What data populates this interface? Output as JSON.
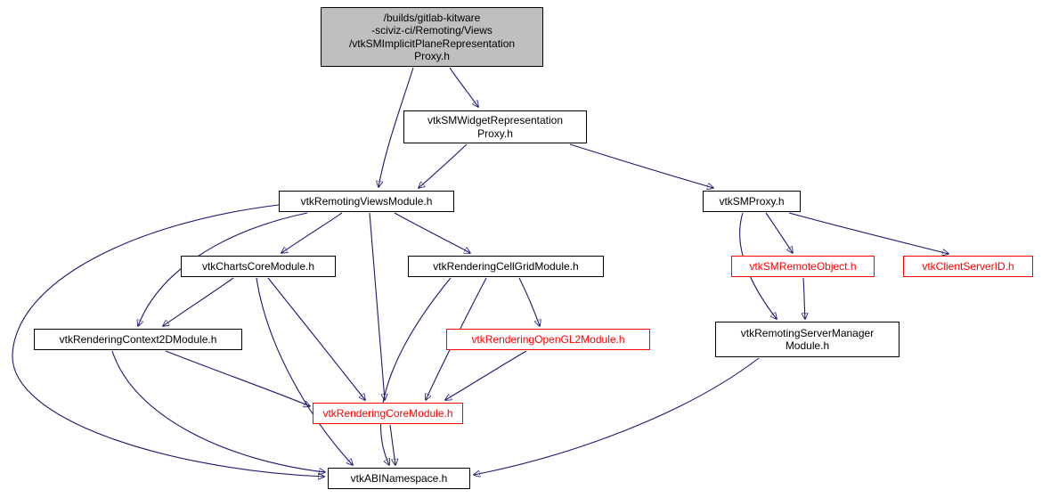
{
  "diagram": {
    "type": "include-dependency-graph",
    "colors": {
      "edge": "#191970",
      "node_border": "#000000",
      "node_fill": "#ffffff",
      "main_node_fill": "#bfbfbf",
      "truncated_node": "#ff0000"
    },
    "nodes": [
      {
        "id": "main",
        "label": "/builds/gitlab-kitware\n-sciviz-ci/Remoting/Views\n/vtkSMImplicitPlaneRepresentation\nProxy.h"
      },
      {
        "id": "widget-representation-proxy",
        "label": "vtkSMWidgetRepresentation\nProxy.h"
      },
      {
        "id": "remoting-views-module",
        "label": "vtkRemotingViewsModule.h"
      },
      {
        "id": "sm-proxy",
        "label": "vtkSMProxy.h"
      },
      {
        "id": "charts-core-module",
        "label": "vtkChartsCoreModule.h"
      },
      {
        "id": "rendering-cellgrid-module",
        "label": "vtkRenderingCellGridModule.h"
      },
      {
        "id": "sm-remote-object",
        "label": "vtkSMRemoteObject.h"
      },
      {
        "id": "client-server-id",
        "label": "vtkClientServerID.h"
      },
      {
        "id": "rendering-context2d-module",
        "label": "vtkRenderingContext2DModule.h"
      },
      {
        "id": "rendering-opengl2-module",
        "label": "vtkRenderingOpenGL2Module.h"
      },
      {
        "id": "remoting-servermanager-module",
        "label": "vtkRemotingServerManager\nModule.h"
      },
      {
        "id": "rendering-core-module",
        "label": "vtkRenderingCoreModule.h"
      },
      {
        "id": "abi-namespace",
        "label": "vtkABINamespace.h"
      }
    ]
  }
}
